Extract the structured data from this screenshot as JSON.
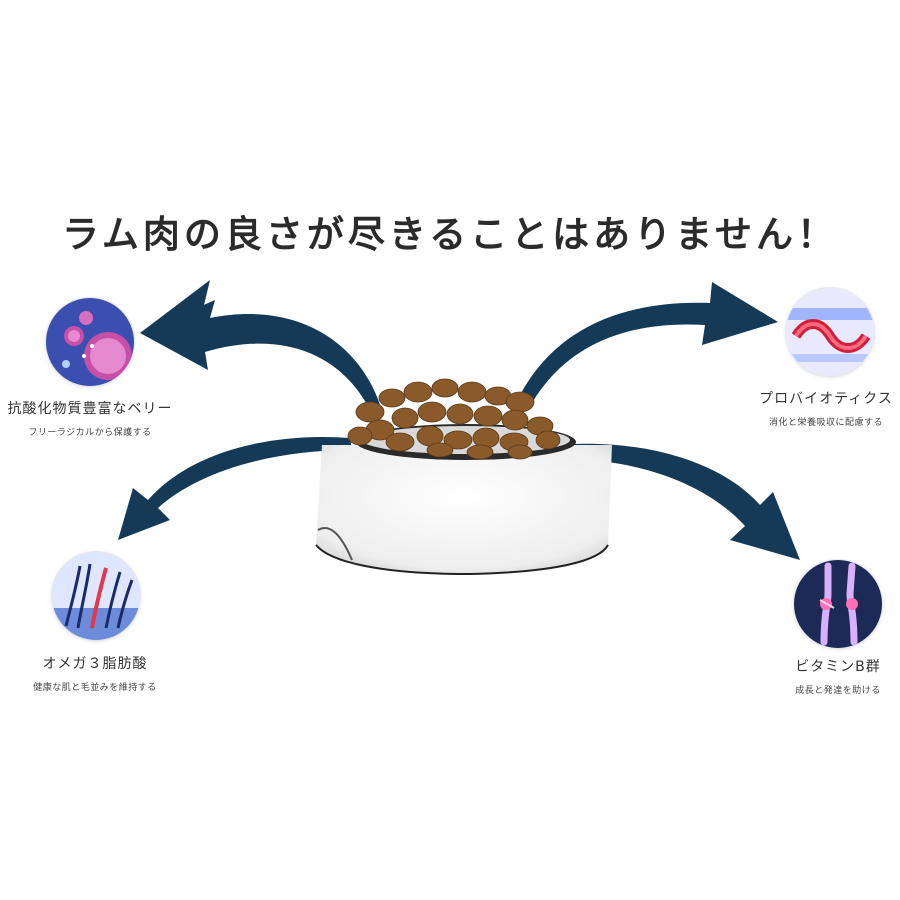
{
  "headline": "ラム肉の良さが尽きることはありません！",
  "benefits": [
    {
      "title": "抗酸化物質豊富なベリー",
      "subtitle": "フリーラジカルから保護する",
      "icon": "berry-cell-icon"
    },
    {
      "title": "プロバイオティクス",
      "subtitle": "消化と栄養吸収に配慮する",
      "icon": "intestine-icon"
    },
    {
      "title": "オメガ３脂肪酸",
      "subtitle": "健康な肌と毛並みを維持する",
      "icon": "hair-follicle-icon"
    },
    {
      "title": "ビタミンB群",
      "subtitle": "成長と発達を助ける",
      "icon": "bone-joint-icon"
    }
  ],
  "colors": {
    "arrow": "#153a57",
    "bowl": "#f4f4f4",
    "kibble": "#8a5a2b",
    "text": "#333333"
  }
}
